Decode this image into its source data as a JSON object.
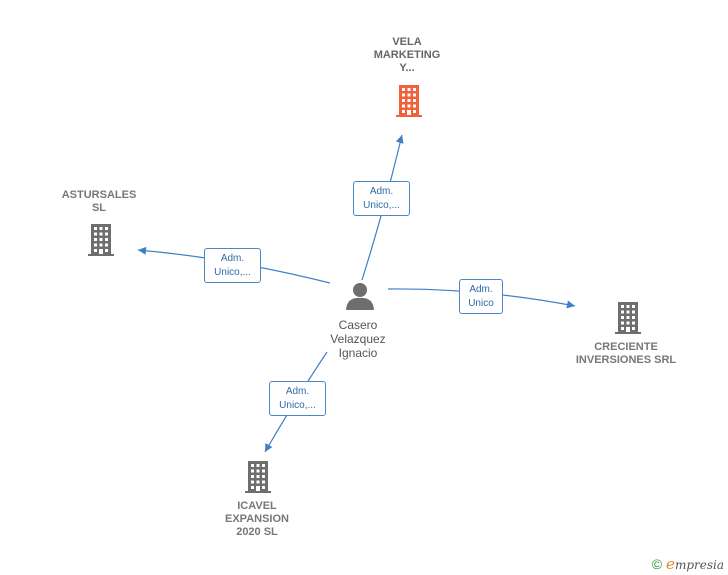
{
  "colors": {
    "edge": "#3f7fc6",
    "building": "#6e6e6e",
    "highlight_building": "#f0623a",
    "person": "#6e6e6e"
  },
  "center": {
    "name_lines": [
      "Casero",
      "Velazquez",
      "Ignacio"
    ],
    "icon": "person-icon"
  },
  "companies": [
    {
      "id": "vela",
      "name_lines": [
        "VELA",
        "MARKETING",
        "Y..."
      ],
      "icon": "building-icon",
      "highlight": true
    },
    {
      "id": "astursales",
      "name_lines": [
        "ASTURSALES",
        "SL"
      ],
      "icon": "building-icon",
      "highlight": false
    },
    {
      "id": "creciente",
      "name_lines": [
        "CRECIENTE",
        "INVERSIONES SRL"
      ],
      "icon": "building-icon",
      "highlight": false
    },
    {
      "id": "icavel",
      "name_lines": [
        "ICAVEL",
        "EXPANSION",
        "2020  SL"
      ],
      "icon": "building-icon",
      "highlight": false
    }
  ],
  "edges": [
    {
      "to": "vela",
      "label_lines": [
        "Adm.",
        "Unico,..."
      ]
    },
    {
      "to": "astursales",
      "label_lines": [
        "Adm.",
        "Unico,..."
      ]
    },
    {
      "to": "creciente",
      "label_lines": [
        "Adm.",
        "Unico"
      ]
    },
    {
      "to": "icavel",
      "label_lines": [
        "Adm.",
        "Unico,..."
      ]
    }
  ],
  "footer": {
    "copyright_symbol": "©",
    "brand_initial": "e",
    "brand_rest": "mpresia"
  }
}
